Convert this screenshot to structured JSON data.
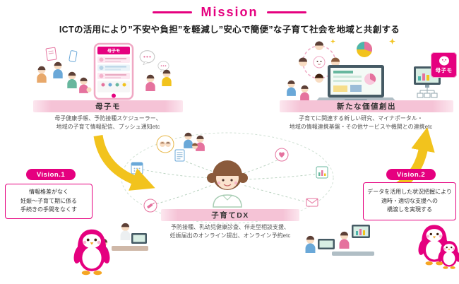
{
  "colors": {
    "brand_pink": "#e5007f",
    "bar_pink": "#f5c3d6",
    "arrow_yellow": "#f2c31d"
  },
  "header": {
    "title": "Mission",
    "subtitle": "ICTの活用により”不安や負担”を軽減し”安心で簡便”な子育て社会を地域と共創する"
  },
  "logo": {
    "label": "母子モ"
  },
  "phone": {
    "header_label": "母子モ"
  },
  "sections": {
    "boshimo": {
      "label": "母子モ",
      "desc": [
        "母子健康手帳、予防接種スケジューラー、",
        "地域の子育て情報配信、プッシュ通知etc"
      ]
    },
    "new_value": {
      "label": "新たな価値創出",
      "desc": [
        "子育てに関連する新しい研究、マイナポータル・",
        "地域の情報連携基盤・その他サービスや機関との連携etc"
      ]
    },
    "dx": {
      "label": "子育てDX",
      "desc": [
        "予防接種、乳幼児健康診査、伴走型相談支援、",
        "妊娠届出のオンライン提出、オンライン予約etc"
      ]
    }
  },
  "visions": {
    "v1": {
      "badge": "Vision.1",
      "lines": [
        "情報格差がなく",
        "妊娠～子育て期に係る",
        "手続きの手間をなくす"
      ]
    },
    "v2": {
      "badge": "Vision.2",
      "lines": [
        "データを活用した状況把握により",
        "適時・適切な支援への",
        "橋渡しを実現する"
      ]
    }
  },
  "icons": {
    "calendar": "calendar-icon",
    "document": "document-icon",
    "syringe": "syringe-icon",
    "heart": "heart-icon",
    "mail": "mail-icon",
    "chart": "chart-icon",
    "pie_chart": "pie-chart-icon",
    "penguin_mascot": "penguin-mascot"
  }
}
